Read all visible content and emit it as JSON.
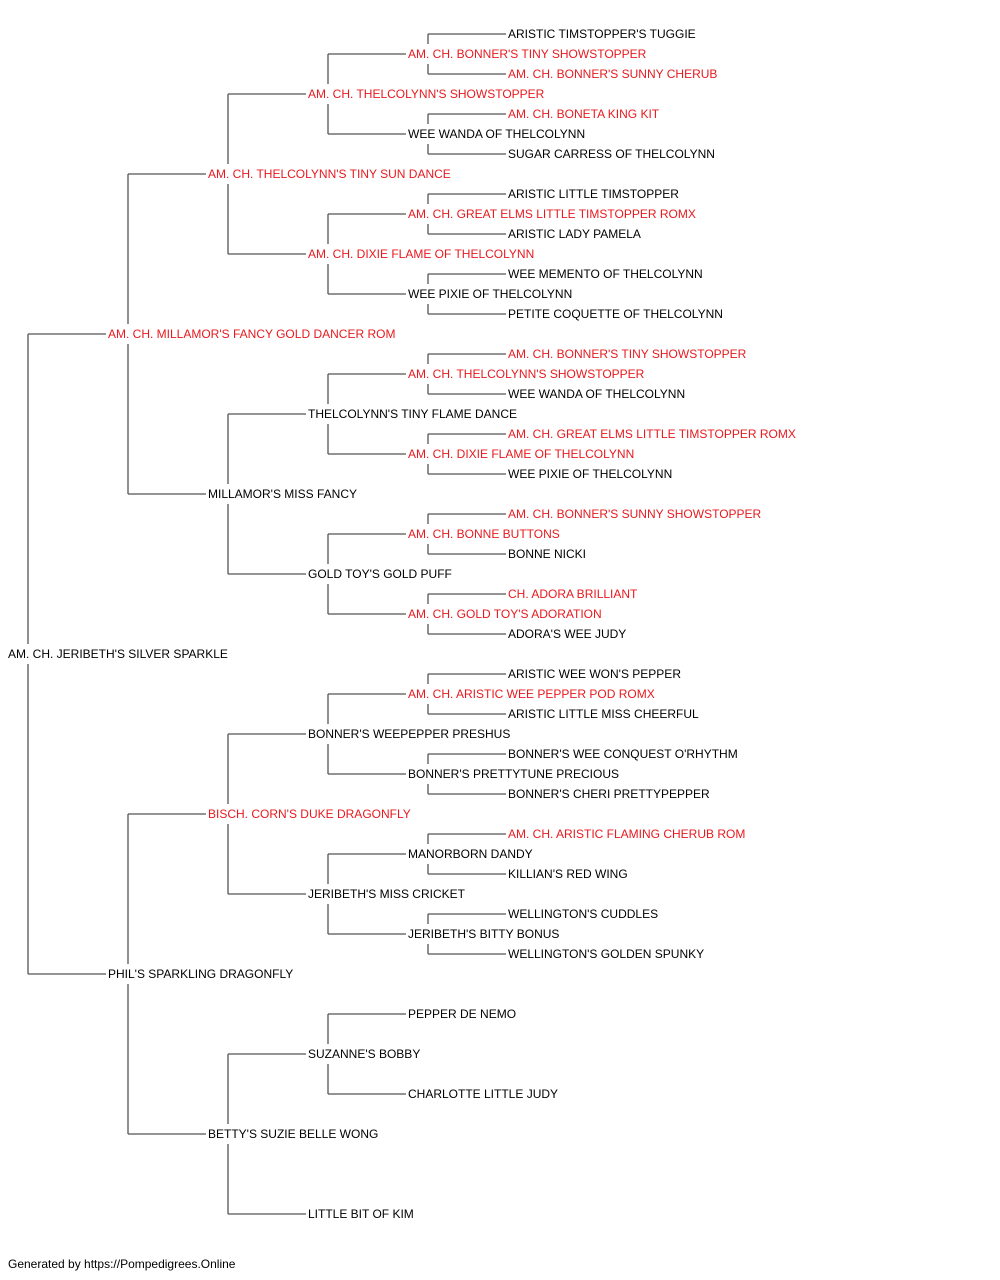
{
  "colors": {
    "champion": "#e8191e",
    "normal": "#000000",
    "line": "#555555"
  },
  "root": {
    "name": "AM. CH. JERIBETH'S SILVER SPARKLE",
    "champion": false,
    "sire": {
      "name": "AM. CH. MILLAMOR'S FANCY GOLD DANCER ROM",
      "champion": true,
      "sire": {
        "name": "AM. CH. THELCOLYNN'S TINY SUN DANCE",
        "champion": true,
        "sire": {
          "name": "AM. CH. THELCOLYNN'S SHOWSTOPPER",
          "champion": true,
          "sire": {
            "name": "AM. CH. BONNER'S TINY SHOWSTOPPER",
            "champion": true,
            "sire": {
              "name": "ARISTIC TIMSTOPPER'S TUGGIE",
              "champion": false
            },
            "dam": {
              "name": "AM. CH. BONNER'S SUNNY CHERUB",
              "champion": true
            }
          },
          "dam": {
            "name": "WEE WANDA OF THELCOLYNN",
            "champion": false,
            "sire": {
              "name": "AM. CH. BONETA KING KIT",
              "champion": true
            },
            "dam": {
              "name": "SUGAR CARRESS OF THELCOLYNN",
              "champion": false
            }
          }
        },
        "dam": {
          "name": "AM. CH. DIXIE FLAME OF THELCOLYNN",
          "champion": true,
          "sire": {
            "name": "AM. CH. GREAT ELMS LITTLE TIMSTOPPER ROMX",
            "champion": true,
            "sire": {
              "name": "ARISTIC LITTLE TIMSTOPPER",
              "champion": false
            },
            "dam": {
              "name": "ARISTIC LADY PAMELA",
              "champion": false
            }
          },
          "dam": {
            "name": "WEE PIXIE OF THELCOLYNN",
            "champion": false,
            "sire": {
              "name": "WEE MEMENTO OF THELCOLYNN",
              "champion": false
            },
            "dam": {
              "name": "PETITE COQUETTE OF THELCOLYNN",
              "champion": false
            }
          }
        }
      },
      "dam": {
        "name": "MILLAMOR'S MISS FANCY",
        "champion": false,
        "sire": {
          "name": "THELCOLYNN'S TINY FLAME DANCE",
          "champion": false,
          "sire": {
            "name": "AM. CH. THELCOLYNN'S SHOWSTOPPER",
            "champion": true,
            "sire": {
              "name": "AM. CH. BONNER'S TINY SHOWSTOPPER",
              "champion": true
            },
            "dam": {
              "name": "WEE WANDA OF THELCOLYNN",
              "champion": false
            }
          },
          "dam": {
            "name": "AM. CH. DIXIE FLAME OF THELCOLYNN",
            "champion": true,
            "sire": {
              "name": "AM. CH. GREAT ELMS LITTLE TIMSTOPPER ROMX",
              "champion": true
            },
            "dam": {
              "name": "WEE PIXIE OF THELCOLYNN",
              "champion": false
            }
          }
        },
        "dam": {
          "name": "GOLD TOY'S GOLD PUFF",
          "champion": false,
          "sire": {
            "name": "AM. CH. BONNE BUTTONS",
            "champion": true,
            "sire": {
              "name": "AM. CH. BONNER'S SUNNY SHOWSTOPPER",
              "champion": true
            },
            "dam": {
              "name": "BONNE NICKI",
              "champion": false
            }
          },
          "dam": {
            "name": "AM. CH. GOLD TOY'S ADORATION",
            "champion": true,
            "sire": {
              "name": "CH. ADORA BRILLIANT",
              "champion": true
            },
            "dam": {
              "name": "ADORA'S WEE JUDY",
              "champion": false
            }
          }
        }
      }
    },
    "dam": {
      "name": "PHIL'S SPARKLING DRAGONFLY",
      "champion": false,
      "sire": {
        "name": "BISCH. CORN'S DUKE DRAGONFLY",
        "champion": true,
        "sire": {
          "name": "BONNER'S WEEPEPPER PRESHUS",
          "champion": false,
          "sire": {
            "name": "AM. CH. ARISTIC WEE PEPPER POD ROMX",
            "champion": true,
            "sire": {
              "name": "ARISTIC WEE WON'S PEPPER",
              "champion": false
            },
            "dam": {
              "name": "ARISTIC LITTLE MISS CHEERFUL",
              "champion": false
            }
          },
          "dam": {
            "name": "BONNER'S PRETTYTUNE PRECIOUS",
            "champion": false,
            "sire": {
              "name": "BONNER'S WEE CONQUEST O'RHYTHM",
              "champion": false
            },
            "dam": {
              "name": "BONNER'S CHERI PRETTYPEPPER",
              "champion": false
            }
          }
        },
        "dam": {
          "name": "JERIBETH'S MISS CRICKET",
          "champion": false,
          "sire": {
            "name": "MANORBORN DANDY",
            "champion": false,
            "sire": {
              "name": "AM. CH. ARISTIC FLAMING CHERUB ROM",
              "champion": true
            },
            "dam": {
              "name": "KILLIAN'S RED WING",
              "champion": false
            }
          },
          "dam": {
            "name": "JERIBETH'S BITTY BONUS",
            "champion": false,
            "sire": {
              "name": "WELLINGTON'S CUDDLES",
              "champion": false
            },
            "dam": {
              "name": "WELLINGTON'S GOLDEN SPUNKY",
              "champion": false
            }
          }
        }
      },
      "dam": {
        "name": "BETTY'S SUZIE BELLE WONG",
        "champion": false,
        "sire": {
          "name": "SUZANNE'S BOBBY",
          "champion": false,
          "sire": {
            "name": "PEPPER DE NEMO",
            "champion": false
          },
          "dam": {
            "name": "CHARLOTTE LITTLE JUDY",
            "champion": false
          }
        },
        "dam": {
          "name": "LITTLE BIT OF KIM",
          "champion": false
        }
      }
    }
  },
  "footer": "Generated by https://Pompedigrees.Online"
}
